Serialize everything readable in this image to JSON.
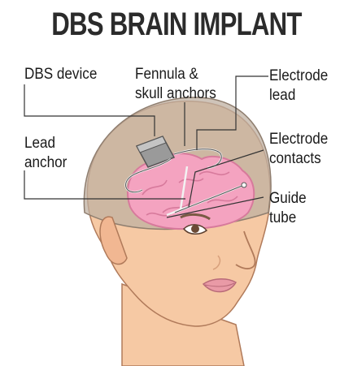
{
  "title": "DBS BRAIN IMPLANT",
  "labels": {
    "dbs_device": "DBS device",
    "fennula_line1": "Fennula &",
    "fennula_line2": "skull anchors",
    "electrode_lead_line1": "Electrode",
    "electrode_lead_line2": "lead",
    "lead_anchor_line1": "Lead",
    "lead_anchor_line2": "anchor",
    "electrode_contacts_line1": "Electrode",
    "electrode_contacts_line2": "contacts",
    "guide_tube_line1": "Guide",
    "guide_tube_line2": "tube"
  },
  "colors": {
    "skin": "#f6c9a4",
    "skin_shadow": "#e8a982",
    "scalp": "#c9b8a8",
    "brain": "#f4a3c0",
    "brain_outline": "#d77a9c",
    "leader_line": "#333333",
    "device": "#8c8c8c"
  }
}
